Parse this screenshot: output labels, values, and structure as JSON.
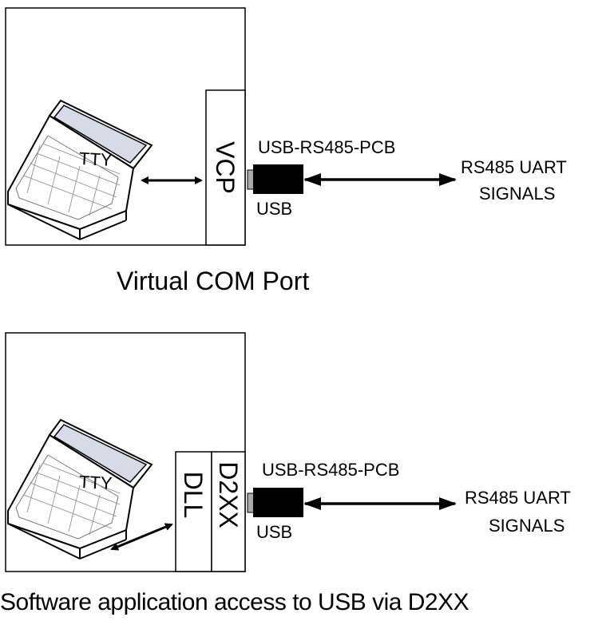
{
  "diagrams": [
    {
      "laptop_label": "TTY",
      "driver_labels": [
        "VCP"
      ],
      "cable_label": "USB-RS485-PCB",
      "connector_label": "USB",
      "signals_line1": "RS485 UART",
      "signals_line2": "SIGNALS",
      "caption": "Virtual COM Port"
    },
    {
      "laptop_label": "TTY",
      "driver_labels": [
        "DLL",
        "D2XX"
      ],
      "cable_label": "USB-RS485-PCB",
      "connector_label": "USB",
      "signals_line1": "RS485 UART",
      "signals_line2": "SIGNALS",
      "caption": "Software application access to USB via D2XX"
    }
  ]
}
